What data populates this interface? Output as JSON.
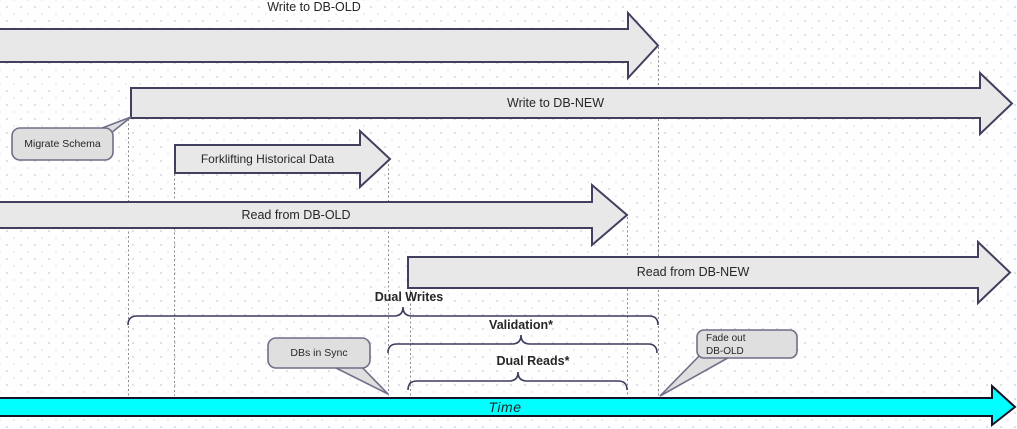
{
  "diagram": {
    "arrows": {
      "write_old": {
        "label": "Write to DB-OLD"
      },
      "write_new": {
        "label": "Write to DB-NEW"
      },
      "forklift": {
        "label": "Forklifting Historical Data"
      },
      "read_old": {
        "label": "Read from DB-OLD"
      },
      "read_new": {
        "label": "Read from DB-NEW"
      },
      "time_axis": {
        "label": "Time"
      }
    },
    "callouts": {
      "migrate_schema": {
        "label": "Migrate Schema"
      },
      "dbs_in_sync": {
        "label": "DBs in Sync"
      },
      "fade_out": {
        "line1": "Fade out",
        "line2": "DB-OLD"
      }
    },
    "phases": {
      "dual_writes": {
        "label": "Dual Writes"
      },
      "validation": {
        "label": "Validation*"
      },
      "dual_reads": {
        "label": "Dual Reads*"
      }
    },
    "colors": {
      "arrow_fill": "#e8e8e8",
      "arrow_border": "#40405e",
      "callout_fill": "#dfdfdf",
      "callout_border": "#6f6f88",
      "time_fill": "#00ffff",
      "time_border": "#151528",
      "dotted_line": "#8a8a8a",
      "text": "#262626"
    }
  }
}
